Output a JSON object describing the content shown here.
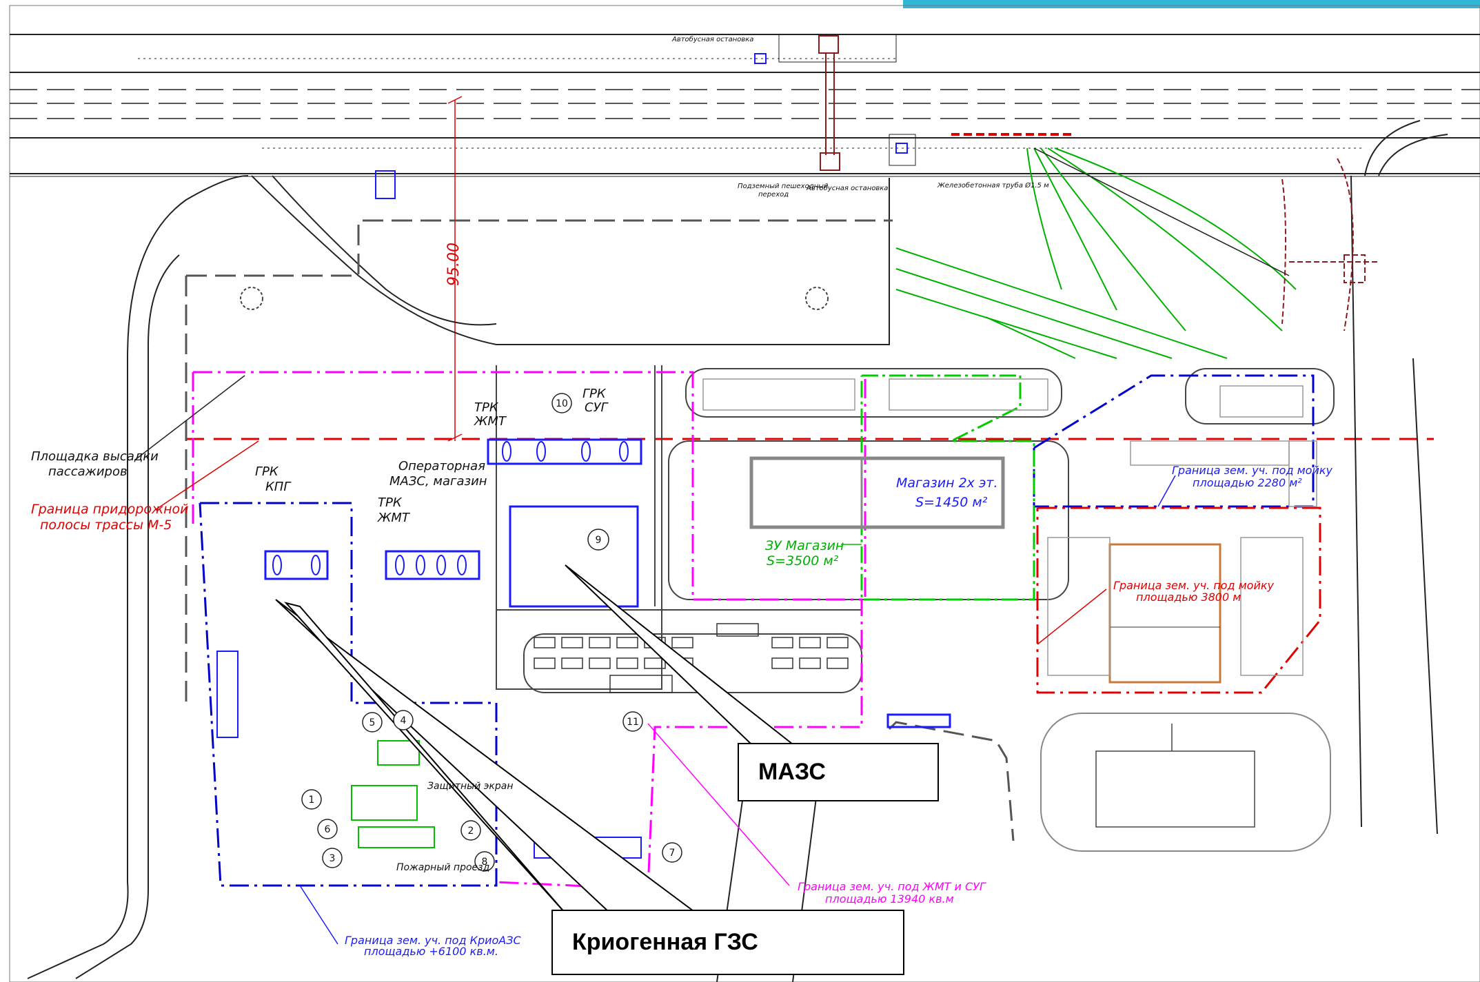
{
  "callouts": {
    "mazs": "МАЗС",
    "cryo_gzs": "Криогенная ГЗС"
  },
  "labels": {
    "platform_line1": "Площадка высадки",
    "platform_line2": "пассажиров",
    "roadside_line1": "Граница придорожной",
    "roadside_line2": "полосы трассы М-5",
    "grk_kpg_1": "ГРК",
    "grk_kpg_2": "КПГ",
    "trk_zhmt_1": "ТРК",
    "trk_zhmt_2": "ЖМТ",
    "trk_zhmt_top_1": "ТРК",
    "trk_zhmt_top_2": "ЖМТ",
    "grk_sug_1": "ГРК",
    "grk_sug_2": "СУГ",
    "operator_1": "Операторная",
    "operator_2": "МАЗС, магазин",
    "shop_1": "Магазин 2х эт.",
    "shop_2": "S=1450 м²",
    "zu_shop_1": "ЗУ Магазин",
    "zu_shop_2": "S=3500 м²",
    "wash_border_1": "Граница зем. уч. под мойку",
    "wash_border_2": "площадью 2280 м²",
    "wash2_border_1": "Граница зем. уч. под мойку",
    "wash2_border_2": "площадью 3800 м",
    "zhmt_border_1": "Граница зем. уч. под ЖМТ и СУГ",
    "zhmt_border_2": "площадью 13940 кв.м",
    "krio_border_1": "Граница зем. уч. под КриоАЗС",
    "krio_border_2": "площадью +6100 кв.м.",
    "dim_95": "95.00",
    "fire_passage": "Пожарный проезд",
    "protect_screen": "Защитный экран",
    "underground_passage_1": "Подземный пешеходный",
    "underground_passage_2": "переход",
    "bus_stop": "Автобусная остановка",
    "bus_stop_top": "Автобусная остановка",
    "culvert": "Железобетонная труба Ø1.5 м"
  },
  "markers": [
    "1",
    "2",
    "3",
    "4",
    "5",
    "6",
    "7",
    "8",
    "9",
    "10",
    "11"
  ],
  "colors": {
    "blue": "#1a1aff",
    "magenta": "#ff00ff",
    "red": "#e00000",
    "green": "#00c000",
    "dark_red": "#8b1a1a",
    "grey": "#9a9a9a",
    "accent": "#31b6d6"
  }
}
